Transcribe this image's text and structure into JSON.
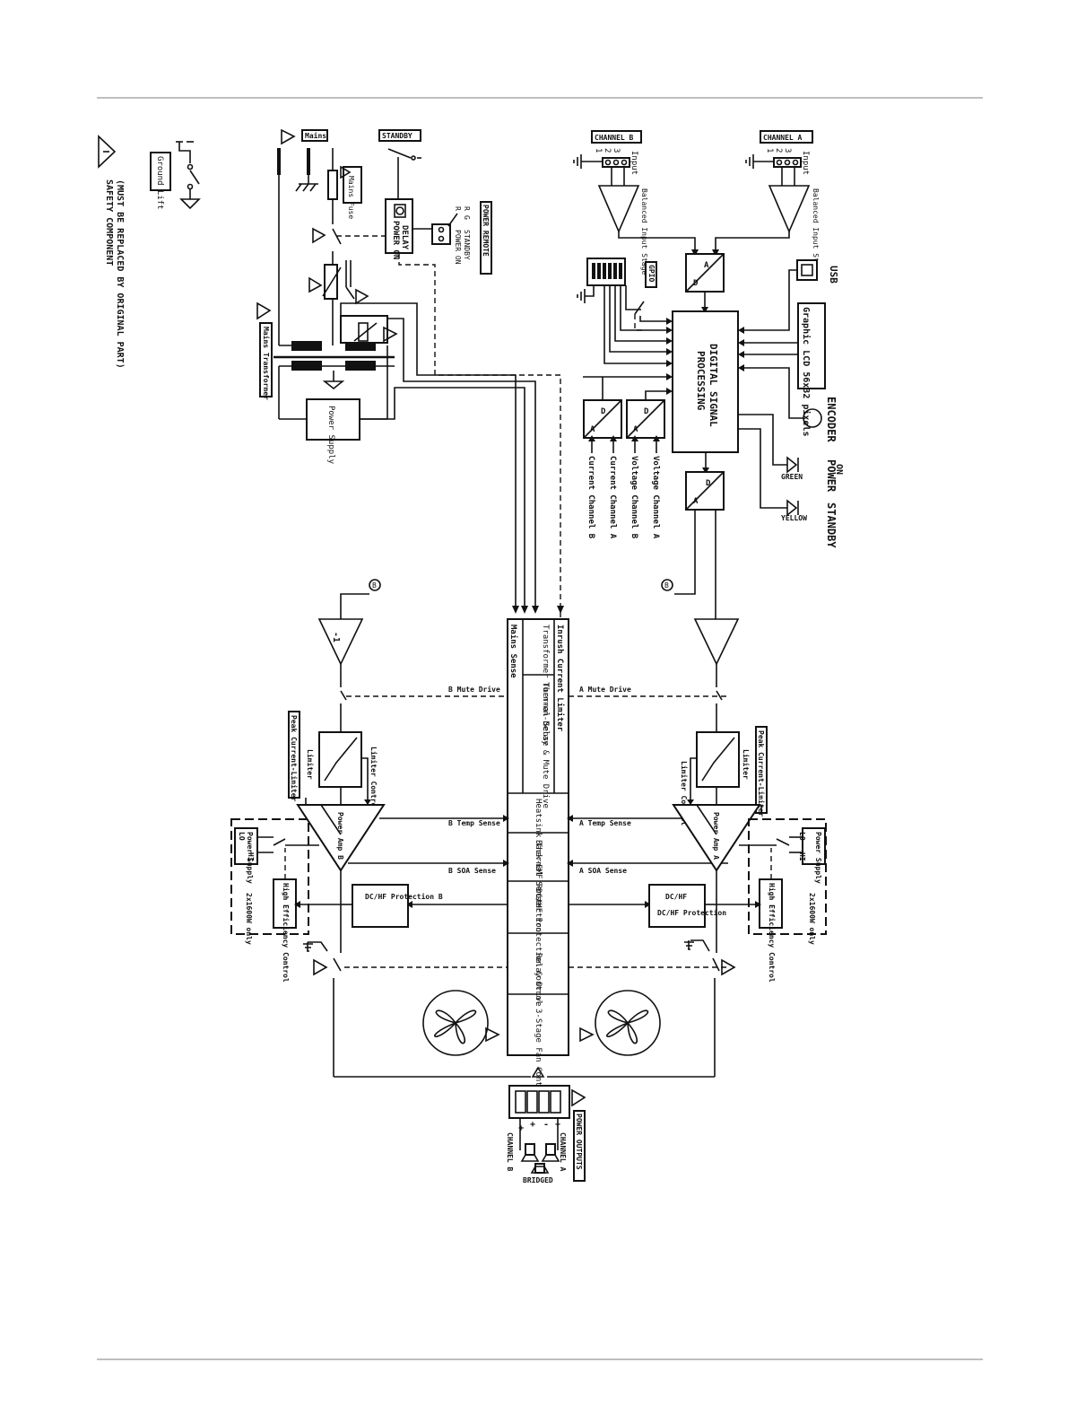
{
  "labels": {
    "safety_line1": "SAFETY COMPONENT",
    "safety_line2": "(MUST BE REPLACED BY ORIGINAL PART)",
    "ground_lift": "Ground Lift",
    "mains": "Mains",
    "mains_fuse": "Mains Fuse",
    "standby": "STANDBY",
    "power_on_delay_1": "POWER ON",
    "power_on_delay_2": "DELAY",
    "power_remote": "POWER REMOTE",
    "remote_r1": "R",
    "remote_r2": "R",
    "remote_g": "G",
    "power_on": "POWER ON",
    "remote_standby": "STANDBY",
    "mains_transformer": "Mains Transformer",
    "power_supply": "Power Supply",
    "channel_b": "CHANNEL B",
    "channel_a": "CHANNEL A",
    "input": "Input",
    "balanced_input_stage": "Balanced Input Stage",
    "pin1": "1",
    "pin2": "2",
    "pin3": "3",
    "ad_a": "A",
    "ad_d": "D",
    "gpio": "GPIO",
    "usb": "USB",
    "lcd": "Graphic LCD 56x32 pixels",
    "encoder": "ENCODER",
    "power_label": "POWER",
    "standby_label": "STANDBY",
    "on_label": "ON",
    "green": "GREEN",
    "yellow": "YELLOW",
    "dsp_1": "DIGITAL SIGNAL",
    "dsp_2": "PROCESSING",
    "current_ch_b": "Current Channel B",
    "current_ch_a": "Current Channel A",
    "voltage_ch_b": "Voltage Channel B",
    "voltage_ch_a": "Voltage Channel A",
    "inrush": "Inrush Current Limiter",
    "transformer_thermal": "Transformer Thermal Sense",
    "mains_sense": "Mains Sense",
    "turn_on_delay": "Turn-on-Delay & Mute Drive",
    "heatsink": "Heatsink Thermal Sense",
    "back_emf": "Back-EMF Protection",
    "dc_hf": "DC/HF Protection Control",
    "relay_drive": "Relay Drive",
    "fan_control": "3-Stage Fan Control",
    "b_mute_drive": "B Mute Drive",
    "a_mute_drive": "A Mute Drive",
    "b_temp_sense": "B Temp Sense",
    "a_temp_sense": "A Temp Sense",
    "b_soa_sense": "B SOA Sense",
    "a_soa_sense": "A SOA Sense",
    "gain_minus1": "-1",
    "peak_current_limiter": "Peak Current-Limiter",
    "limiter": "Limiter",
    "limiter_control": "Limiter Control",
    "power_amp_b": "Power Amp B",
    "power_amp_a": "Power Amp A",
    "lo": "LO",
    "hi": "HI",
    "power_supply_small": "Power Supply",
    "high_efficiency": "High Efficiency Control",
    "model_only": "2x1600W only",
    "dchf_protection_b": "DC/HF Protection B",
    "dchf_protection_a": "DC/HF Protection",
    "power_outputs": "POWER OUTPUTS",
    "channel_a_out": "CHANNEL A",
    "channel_b_out": "CHANNEL B",
    "bridged": "BRIDGED",
    "plus": "+",
    "minus": "-"
  }
}
